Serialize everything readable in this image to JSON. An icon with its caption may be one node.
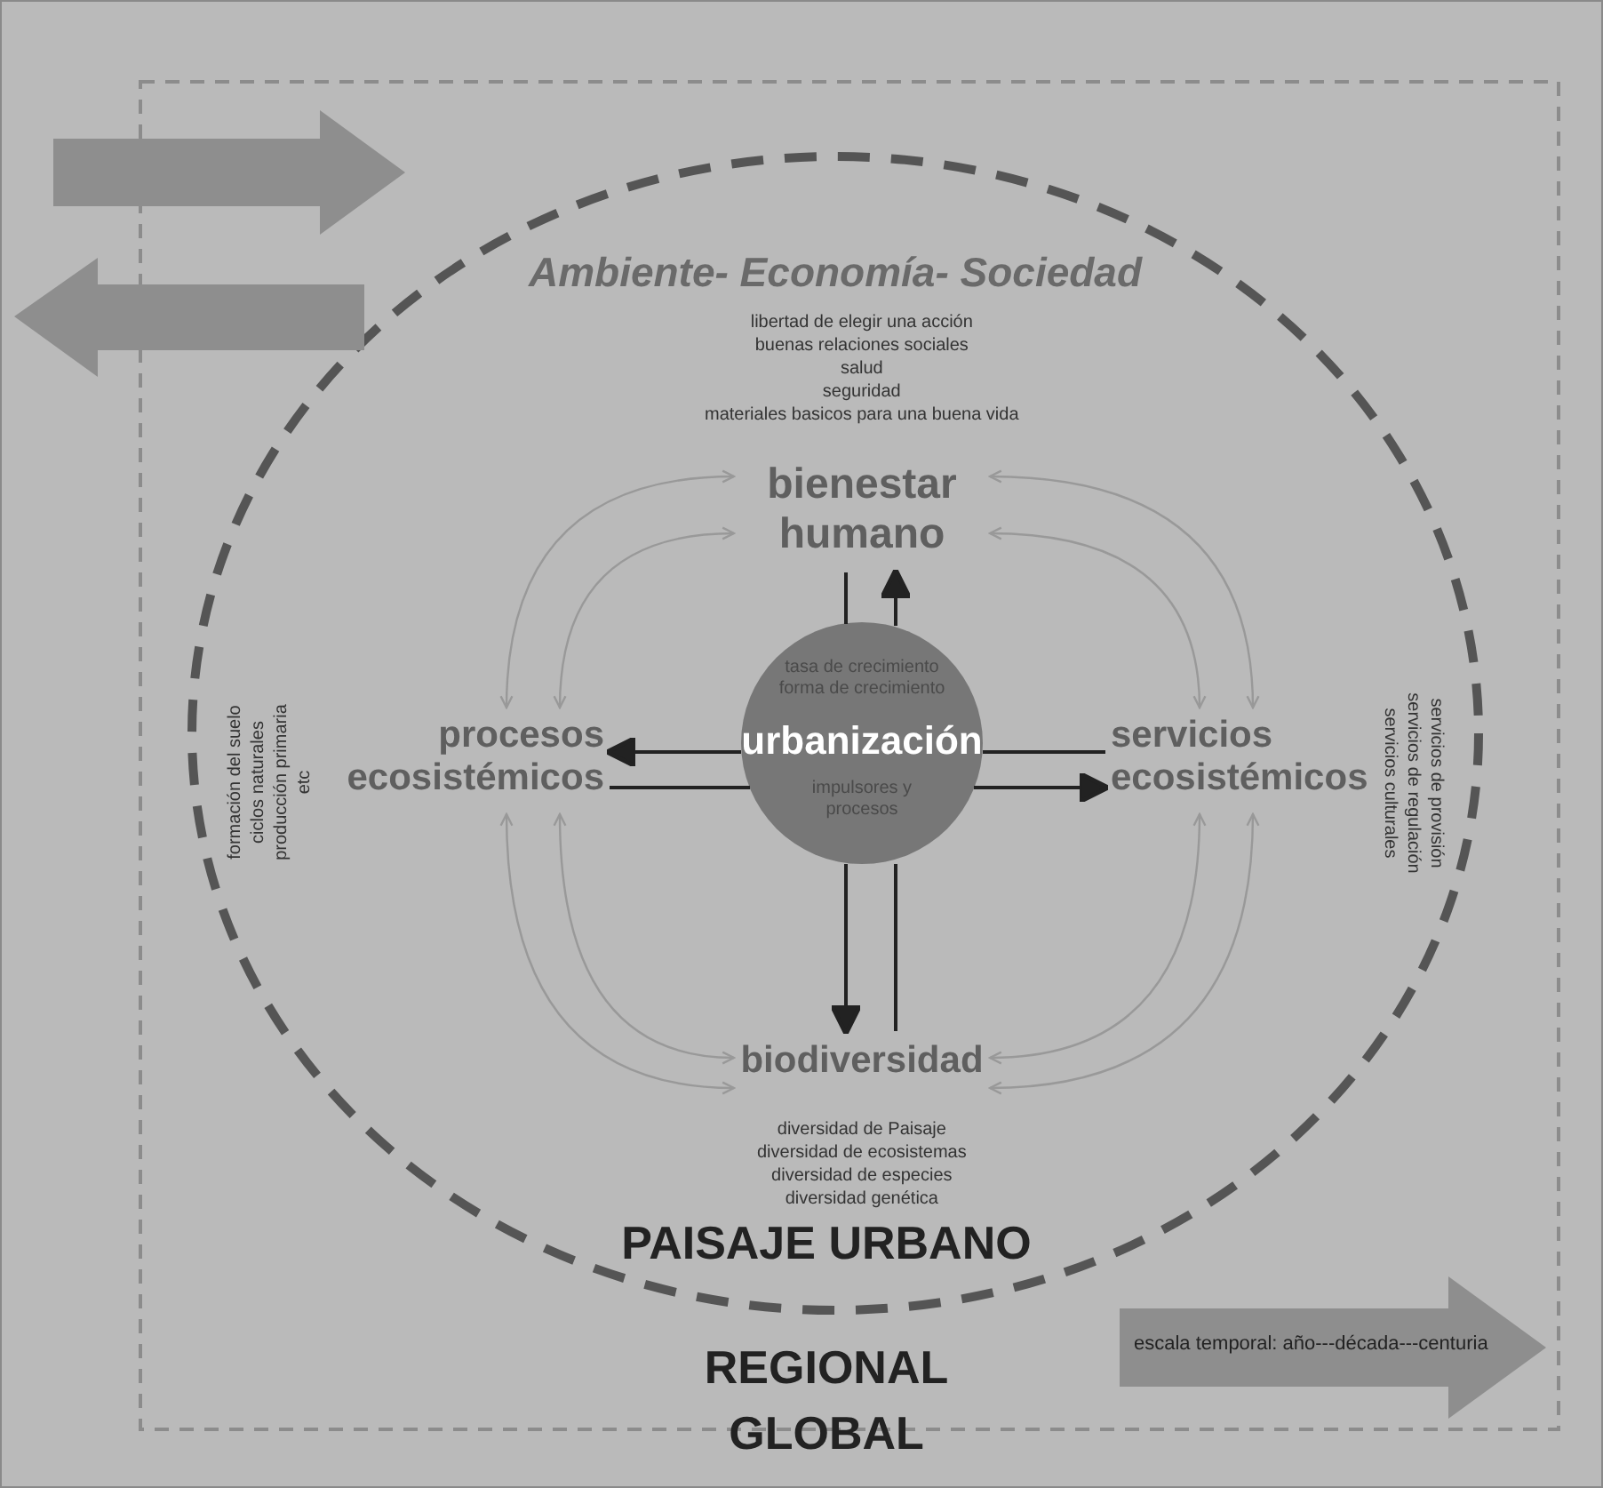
{
  "diagram": {
    "nodes": [
      {
        "text": [
          "GLOBAL"
        ]
      },
      {
        "text": [
          "REGIONAL"
        ],
        "in": 0
      },
      {
        "text": [
          "Ambiente- Economía- Sociedad",
          "PAISAJE URBANO"
        ],
        "in": 1
      },
      {
        "text": [
          "tasa de crecimiento forma de crecimiento",
          "urbanización",
          "impulsores y procesos"
        ],
        "in": 2
      },
      {
        "text": [
          "bienestar humano"
        ],
        "in": 2,
        "beside": [
          "libertad de elegir una acción",
          "buenas relaciones sociales",
          "salud",
          "seguridad",
          "materiales basicos para una buena vida"
        ]
      },
      {
        "text": [
          "procesos ecosistémicos"
        ],
        "in": 2,
        "beside": [
          "formación del suelo",
          "ciclos naturales",
          "producción primaria",
          "etc"
        ]
      },
      {
        "text": [
          "servicios ecosistémicos"
        ],
        "in": 2,
        "beside": [
          "servicios de provisión",
          "servicios de regulación",
          "servicios culturales"
        ]
      },
      {
        "text": [
          "biodiversidad"
        ],
        "in": 2,
        "beside": [
          "diversidad de Paisaje",
          "diversidad de ecosistemas",
          "diversidad de especies",
          "diversidad genética"
        ]
      },
      {
        "text": [
          "escala temporal: año---década---centuria"
        ],
        "in": 1
      }
    ],
    "edges": [
      {
        "from": 3,
        "to": 4,
        "arrow": "to"
      },
      {
        "from": 4,
        "to": 3,
        "arrow": "none"
      },
      {
        "from": 3,
        "to": 5,
        "arrow": "to"
      },
      {
        "from": 5,
        "to": 3,
        "arrow": "none"
      },
      {
        "from": 3,
        "to": 6,
        "arrow": "none"
      },
      {
        "from": 3,
        "to": 6,
        "arrow": "to"
      },
      {
        "from": 3,
        "to": 7,
        "arrow": "to"
      },
      {
        "from": 7,
        "to": 3,
        "arrow": "none"
      },
      {
        "from": 4,
        "to": 5,
        "arrow": "both",
        "color": "#999999"
      },
      {
        "from": 4,
        "to": 5,
        "arrow": "both",
        "color": "#999999"
      },
      {
        "from": 4,
        "to": 6,
        "arrow": "both",
        "color": "#999999"
      },
      {
        "from": 4,
        "to": 6,
        "arrow": "both",
        "color": "#999999"
      },
      {
        "from": 5,
        "to": 7,
        "arrow": "both",
        "color": "#999999"
      },
      {
        "from": 5,
        "to": 7,
        "arrow": "both",
        "color": "#999999"
      },
      {
        "from": 6,
        "to": 7,
        "arrow": "both",
        "color": "#999999"
      },
      {
        "from": 6,
        "to": 7,
        "arrow": "both",
        "color": "#999999"
      }
    ]
  }
}
